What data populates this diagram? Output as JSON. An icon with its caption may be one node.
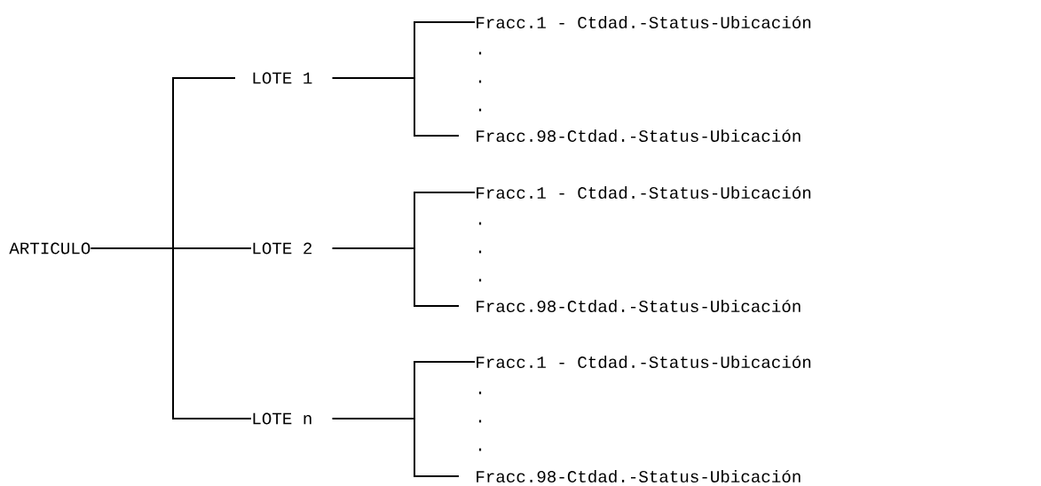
{
  "diagram": {
    "nodes": [
      {
        "text": [
          "ARTICULO"
        ]
      },
      {
        "text": [
          "LOTE 1"
        ]
      },
      {
        "text": [
          "LOTE 2"
        ]
      },
      {
        "text": [
          "LOTE n"
        ]
      },
      {
        "text": [
          "Fracc.1 - Ctdad.-Status-Ubicación"
        ]
      },
      {
        "text": [
          "Fracc.98-Ctdad.-Status-Ubicación"
        ]
      },
      {
        "text": [
          "Fracc.1 - Ctdad.-Status-Ubicación"
        ]
      },
      {
        "text": [
          "Fracc.98-Ctdad.-Status-Ubicación"
        ]
      },
      {
        "text": [
          "Fracc.1 - Ctdad.-Status-Ubicación"
        ]
      },
      {
        "text": [
          "Fracc.98-Ctdad.-Status-Ubicación"
        ]
      }
    ],
    "edges": [
      {
        "from": 0,
        "to": 1,
        "arrow": "none"
      },
      {
        "from": 0,
        "to": 2,
        "arrow": "none"
      },
      {
        "from": 0,
        "to": 3,
        "arrow": "none"
      },
      {
        "from": 1,
        "to": 4,
        "arrow": "none"
      },
      {
        "from": 1,
        "to": 5,
        "arrow": "none"
      },
      {
        "from": 2,
        "to": 6,
        "arrow": "none"
      },
      {
        "from": 2,
        "to": 7,
        "arrow": "none"
      },
      {
        "from": 3,
        "to": 8,
        "arrow": "none"
      },
      {
        "from": 3,
        "to": 9,
        "arrow": "none"
      }
    ],
    "labels": [
      ".",
      ".",
      ".",
      ".",
      ".",
      ".",
      ".",
      ".",
      "."
    ]
  }
}
